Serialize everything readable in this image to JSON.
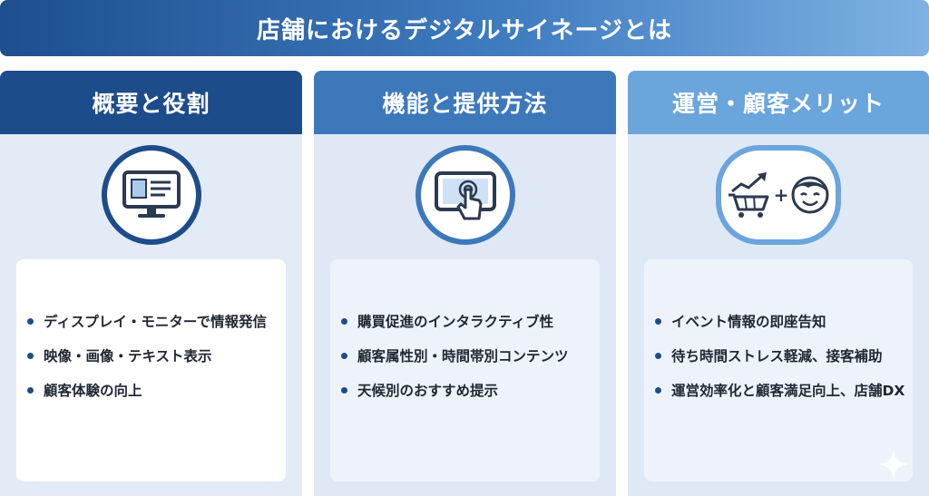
{
  "title": "店舗におけるデジタルサイネージとは",
  "cards": [
    {
      "header": "概要と役割",
      "icon": "monitor-icon",
      "items": [
        "ディスプレイ・モニターで情報発信",
        "映像・画像・テキスト表示",
        "顧客体験の向上"
      ]
    },
    {
      "header": "機能と提供方法",
      "icon": "touch-tablet-icon",
      "items": [
        "購買促進のインタラクティブ性",
        "顧客属性別・時間帯別コンテンツ",
        "天候別のおすすめ提示"
      ]
    },
    {
      "header": "運営・顧客メリット",
      "icon": "cart-growth-plus-customer-icon",
      "plus_sign": "+",
      "items": [
        "イベント情報の即座告知",
        "待ち時間ストレス軽減、接客補助",
        "運営効率化と顧客満足向上、店舗DX"
      ]
    }
  ],
  "colors": {
    "dark_blue": "#1d4c8a",
    "mid_blue": "#3d78bb",
    "light_blue": "#6aa5dc"
  }
}
